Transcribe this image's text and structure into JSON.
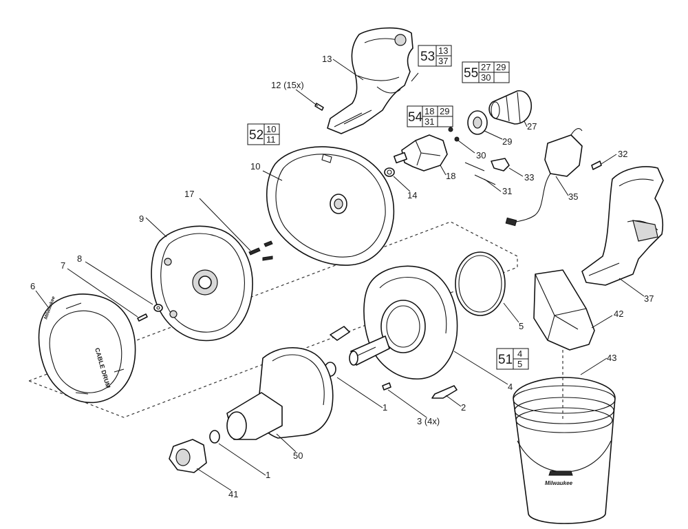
{
  "diagram": {
    "callouts": [
      {
        "id": "c13",
        "text": "13"
      },
      {
        "id": "c12",
        "text": "12 (15x)"
      },
      {
        "id": "c10",
        "text": "10"
      },
      {
        "id": "c17",
        "text": "17"
      },
      {
        "id": "c9",
        "text": "9"
      },
      {
        "id": "c8",
        "text": "8"
      },
      {
        "id": "c7",
        "text": "7"
      },
      {
        "id": "c6",
        "text": "6"
      },
      {
        "id": "c14",
        "text": "14"
      },
      {
        "id": "c18",
        "text": "18"
      },
      {
        "id": "c30",
        "text": "30"
      },
      {
        "id": "c31",
        "text": "31"
      },
      {
        "id": "c29",
        "text": "29"
      },
      {
        "id": "c27",
        "text": "27"
      },
      {
        "id": "c33",
        "text": "33"
      },
      {
        "id": "c35",
        "text": "35"
      },
      {
        "id": "c32",
        "text": "32"
      },
      {
        "id": "c37",
        "text": "37"
      },
      {
        "id": "c42",
        "text": "42"
      },
      {
        "id": "c5",
        "text": "5"
      },
      {
        "id": "c4",
        "text": "4"
      },
      {
        "id": "c1a",
        "text": "1"
      },
      {
        "id": "c2",
        "text": "2"
      },
      {
        "id": "c3",
        "text": "3 (4x)"
      },
      {
        "id": "c43",
        "text": "43"
      },
      {
        "id": "c50",
        "text": "50"
      },
      {
        "id": "c1b",
        "text": "1"
      },
      {
        "id": "c41",
        "text": "41"
      }
    ],
    "kits": [
      {
        "id": "k53",
        "kit": "53",
        "parts": [
          "13",
          "37"
        ]
      },
      {
        "id": "k55",
        "kit": "55",
        "parts": [
          "27",
          "29",
          "30",
          ""
        ]
      },
      {
        "id": "k54",
        "kit": "54",
        "parts": [
          "18",
          "29",
          "31",
          ""
        ]
      },
      {
        "id": "k52",
        "kit": "52",
        "parts": [
          "10",
          "11"
        ]
      },
      {
        "id": "k51",
        "kit": "51",
        "parts": [
          "4",
          "5"
        ]
      }
    ],
    "decals": {
      "drum_text": "CABLE DRUM",
      "brand_mark": "Milwaukee"
    }
  }
}
